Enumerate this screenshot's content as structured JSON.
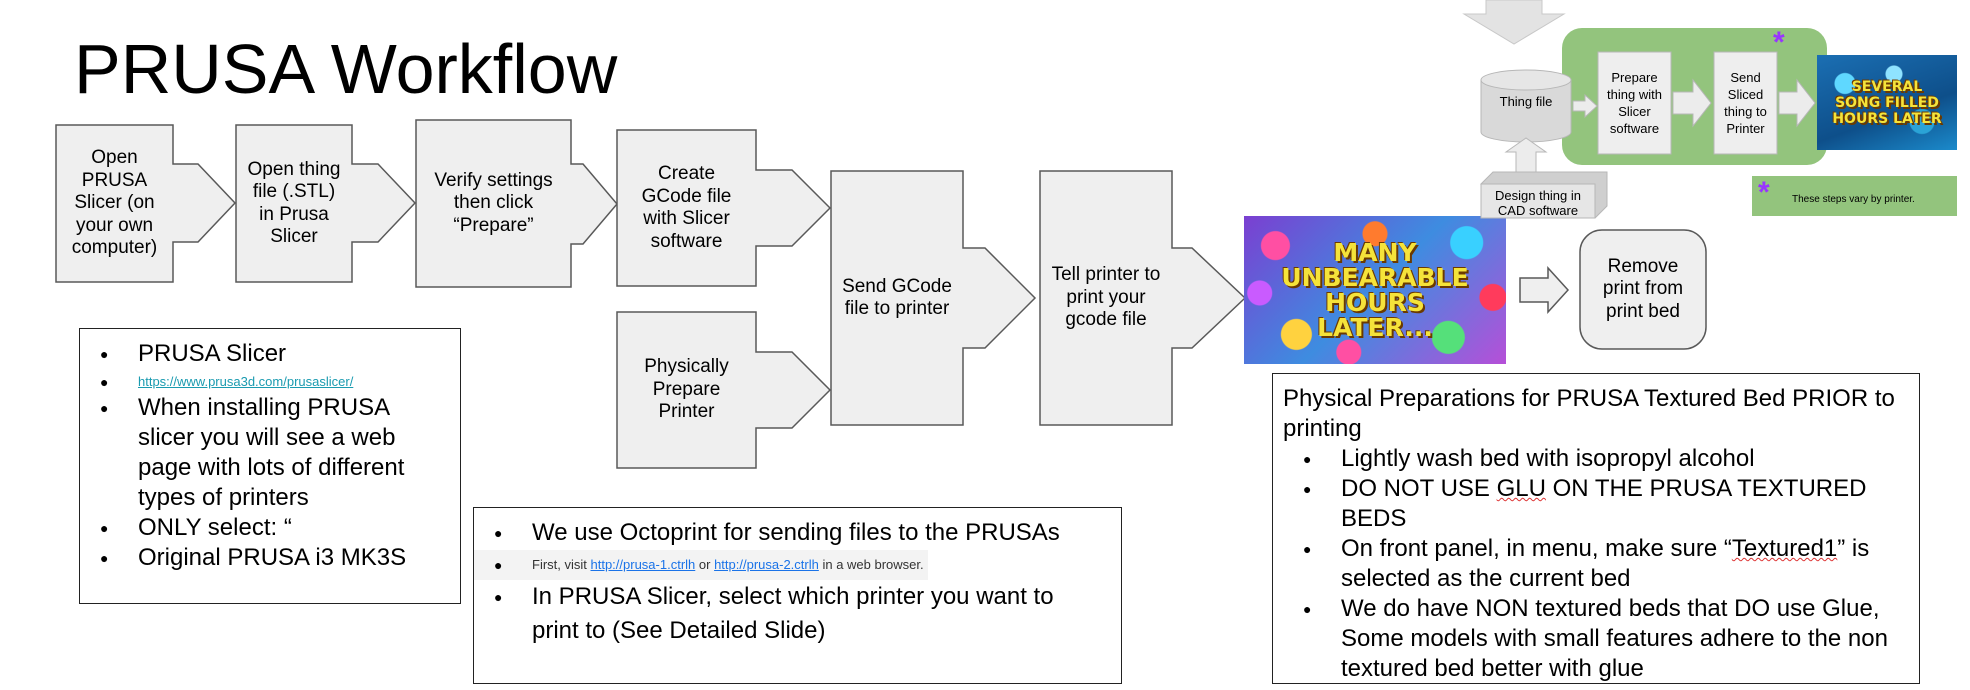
{
  "title": "PRUSA Workflow",
  "steps": [
    {
      "id": "open-slicer",
      "lines": [
        "Open",
        "PRUSA",
        "Slicer (on",
        "your own",
        "computer)"
      ]
    },
    {
      "id": "open-thing",
      "lines": [
        "Open thing",
        "file (.STL)",
        "in Prusa",
        "Slicer"
      ]
    },
    {
      "id": "verify",
      "lines": [
        "Verify settings",
        "then click",
        "“Prepare”"
      ]
    },
    {
      "id": "create-gcode",
      "lines": [
        "Create",
        "GCode file",
        "with Slicer",
        "software"
      ]
    },
    {
      "id": "prepare-printer",
      "lines": [
        "Physically",
        "Prepare",
        "Printer"
      ]
    },
    {
      "id": "send-gcode",
      "lines": [
        "Send GCode",
        "file to printer"
      ]
    },
    {
      "id": "tell-printer",
      "lines": [
        "Tell printer to",
        "print your",
        "gcode file"
      ]
    },
    {
      "id": "remove-print",
      "lines": [
        "Remove",
        "print from",
        "print bed"
      ]
    }
  ],
  "banner_many": {
    "lines": [
      "MANY",
      "UNBEARABLE",
      "HOURS",
      "LATER..."
    ]
  },
  "inset": {
    "thing_file": "Thing file",
    "prepare": [
      "Prepare",
      "thing with",
      "Slicer",
      "software"
    ],
    "send": [
      "Send",
      "Sliced",
      "thing to",
      "Printer"
    ],
    "asterisk": "*",
    "design": [
      "Design thing in",
      "CAD software"
    ],
    "several": [
      "SEVERAL",
      "SONG FILLED",
      "HOURS LATER"
    ],
    "note": "These steps vary by printer."
  },
  "slicer_box": {
    "items": [
      {
        "text": "PRUSA Slicer",
        "size": "big"
      },
      {
        "text": "https://www.prusa3d.com/prusaslicer/",
        "size": "small",
        "link": true
      },
      {
        "text": "When installing PRUSA slicer you will see a web page with lots of different types of printers",
        "size": "big"
      },
      {
        "text": "ONLY select: “",
        "size": "big"
      },
      {
        "text": "Original PRUSA i3 MK3S",
        "size": "big"
      }
    ]
  },
  "octoprint_box": {
    "item1": "We use Octoprint for sending files to the PRUSAs",
    "item2_prefix": "First, visit ",
    "item2_link1": "http://prusa-1.ctrlh",
    "item2_mid": " or ",
    "item2_link2": "http://prusa-2.ctrlh",
    "item2_suffix": " in a web browser.",
    "item3": "In PRUSA Slicer, select which printer you want to print to (See Detailed Slide)"
  },
  "prep_box": {
    "heading": "Physical Preparations for PRUSA Textured Bed PRIOR to printing",
    "item1": "Lightly wash bed with isopropyl alcohol",
    "item2_pre": "DO NOT USE ",
    "item2_word": "GLU",
    "item2_post": " ON THE PRUSA TEXTURED BEDS",
    "item3_pre": "On front panel, in menu, make sure “",
    "item3_word": "Textured1",
    "item3_post": "” is selected as the current bed",
    "item4": "We do have NON textured beds that DO use Glue, Some models with small features adhere to the non textured bed better with glue"
  },
  "colors": {
    "shape_fill": "#efefef",
    "shape_stroke": "#595959",
    "inset_green": "#93c47d",
    "inset_grey": "#d9d9d9",
    "asterisk": "#9933ff",
    "link": "#1a73e8"
  }
}
